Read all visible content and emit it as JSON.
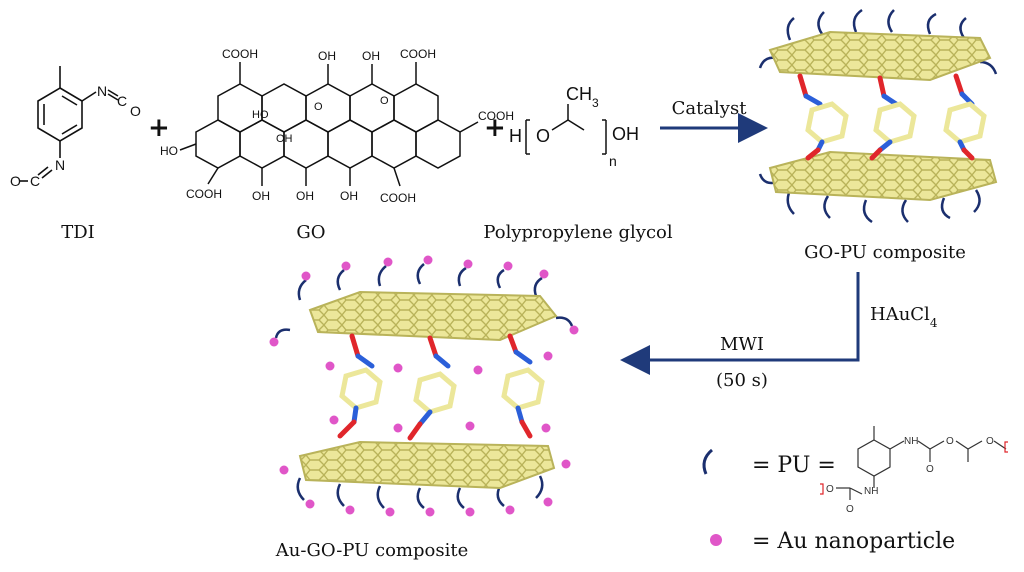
{
  "reactants": {
    "tdi": {
      "label": "TDI",
      "atoms": {
        "n1": "N",
        "c1": "C",
        "o1": "O",
        "n2": "N",
        "c2": "C",
        "o2": "O"
      }
    },
    "go": {
      "label": "GO",
      "cooh": "COOH",
      "oh": "OH",
      "ho": "HO",
      "o": "O"
    },
    "ppg": {
      "label": "Polypropylene glycol",
      "h": "H",
      "o": "O",
      "ch3": "CH3",
      "oh": "OH",
      "n": "n"
    }
  },
  "operators": {
    "plus1": "+",
    "plus2": "+"
  },
  "steps": {
    "step1": {
      "label": "Catalyst"
    },
    "step2": {
      "reagent": "HAuCl4"
    },
    "step3": {
      "label": "MWI",
      "time": "(50 s)"
    }
  },
  "products": {
    "gopu": {
      "label": "GO-PU composite"
    },
    "augopu": {
      "label": "Au-GO-PU composite"
    }
  },
  "legend": {
    "pu_label": "= PU =",
    "au_label": "= Au nanoparticle",
    "pu_atoms": {
      "nh": "NH",
      "o": "O"
    }
  },
  "colors": {
    "arrow": "#1f3a7a",
    "sheet": "#ece79a",
    "sheet_edge": "#b9b35a",
    "oxygen": "#e0262b",
    "nitrogen": "#2b5fd9",
    "chain": "#1b2f6e",
    "au": "#e056c8",
    "bracket": "#e0262b"
  }
}
